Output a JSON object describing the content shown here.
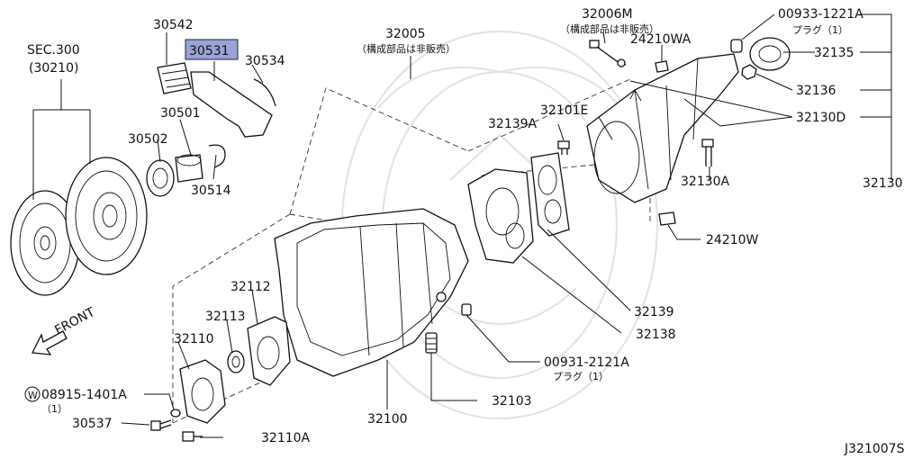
{
  "diagram": {
    "drawing_code": "J321007S",
    "section_ref": {
      "line1": "SEC.300",
      "line2": "(30210)"
    },
    "front_label": "FRONT",
    "highlight_color": "#9aa3d8",
    "parts": {
      "p30542": "30542",
      "p30531": "30531",
      "p30534": "30534",
      "p30501": "30501",
      "p30502": "30502",
      "p30514": "30514",
      "p32005": "32005",
      "p32005_note": "（構成部品は非販売）",
      "p32006M": "32006M",
      "p32006M_note": "（構成部品は非販売）",
      "p24210WA": "24210WA",
      "p00933": "00933-1221A",
      "p00933_note": "プラグ（1）",
      "p32135": "32135",
      "p32136": "32136",
      "p32130D": "32130D",
      "p32130": "32130",
      "p32101E": "32101E",
      "p32139A": "32139A",
      "p32130A": "32130A",
      "p24210W": "24210W",
      "p32112": "32112",
      "p32113": "32113",
      "p32110": "32110",
      "p32139": "32139",
      "p32138": "32138",
      "p00931": "00931-2121A",
      "p00931_note": "プラグ（1）",
      "p08915_sym": "W",
      "p08915": "08915-1401A",
      "p08915_qty": "（1）",
      "p30537": "30537",
      "p32110A": "32110A",
      "p32100": "32100",
      "p32103": "32103"
    }
  }
}
